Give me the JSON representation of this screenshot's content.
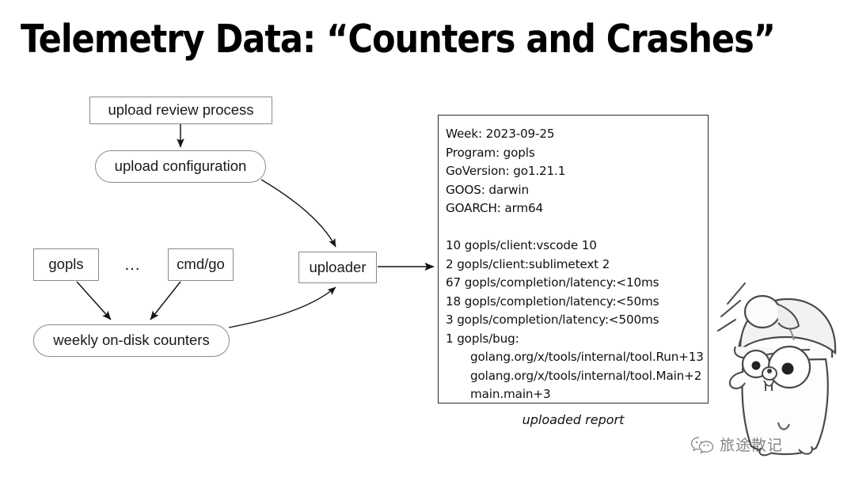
{
  "slide": {
    "title": "Telemetry Data: “Counters and Crashes”"
  },
  "diagram": {
    "nodes": [
      {
        "id": "upload-review-process",
        "label": "upload review process",
        "shape": "rect"
      },
      {
        "id": "upload-configuration",
        "label": "upload configuration",
        "shape": "stadium"
      },
      {
        "id": "gopls",
        "label": "gopls",
        "shape": "rect"
      },
      {
        "id": "ellipsis",
        "label": "…",
        "shape": "text"
      },
      {
        "id": "cmd-go",
        "label": "cmd/go",
        "shape": "rect"
      },
      {
        "id": "weekly-on-disk-counters",
        "label": "weekly on-disk counters",
        "shape": "stadium"
      },
      {
        "id": "uploader",
        "label": "uploader",
        "shape": "rect"
      }
    ],
    "edges": [
      {
        "from": "upload review process",
        "to": "upload configuration",
        "style": "straight"
      },
      {
        "from": "upload configuration",
        "to": "uploader",
        "style": "curve"
      },
      {
        "from": "gopls",
        "to": "weekly on-disk counters",
        "style": "straight"
      },
      {
        "from": "cmd/go",
        "to": "weekly on-disk counters",
        "style": "straight"
      },
      {
        "from": "weekly on-disk counters",
        "to": "uploader",
        "style": "curve"
      },
      {
        "from": "uploader",
        "to": "uploaded report",
        "style": "straight"
      }
    ],
    "node_border_color": "#8a8a8a",
    "edge_color": "#1a1a1a"
  },
  "report": {
    "caption": "uploaded report",
    "border_color": "#2b2b2b",
    "lines": [
      "Week: 2023-09-25",
      "Program: gopls",
      "GoVersion: go1.21.1",
      "GOOS: darwin",
      "GOARCH: arm64",
      "",
      "10 gopls/client:vscode 10",
      "2 gopls/client:sublimetext 2",
      "67 gopls/completion/latency:<10ms",
      "18 gopls/completion/latency:<50ms",
      "3 gopls/completion/latency:<500ms",
      "1 gopls/bug:"
    ],
    "stack_lines": [
      "golang.org/x/tools/internal/tool.Run+13",
      "golang.org/x/tools/internal/tool.Main+2",
      "main.main+3"
    ]
  },
  "mascot": {
    "name": "go-gopher-with-helmet"
  },
  "watermark": {
    "text": "旅途散记",
    "icon": "wechat-icon"
  }
}
